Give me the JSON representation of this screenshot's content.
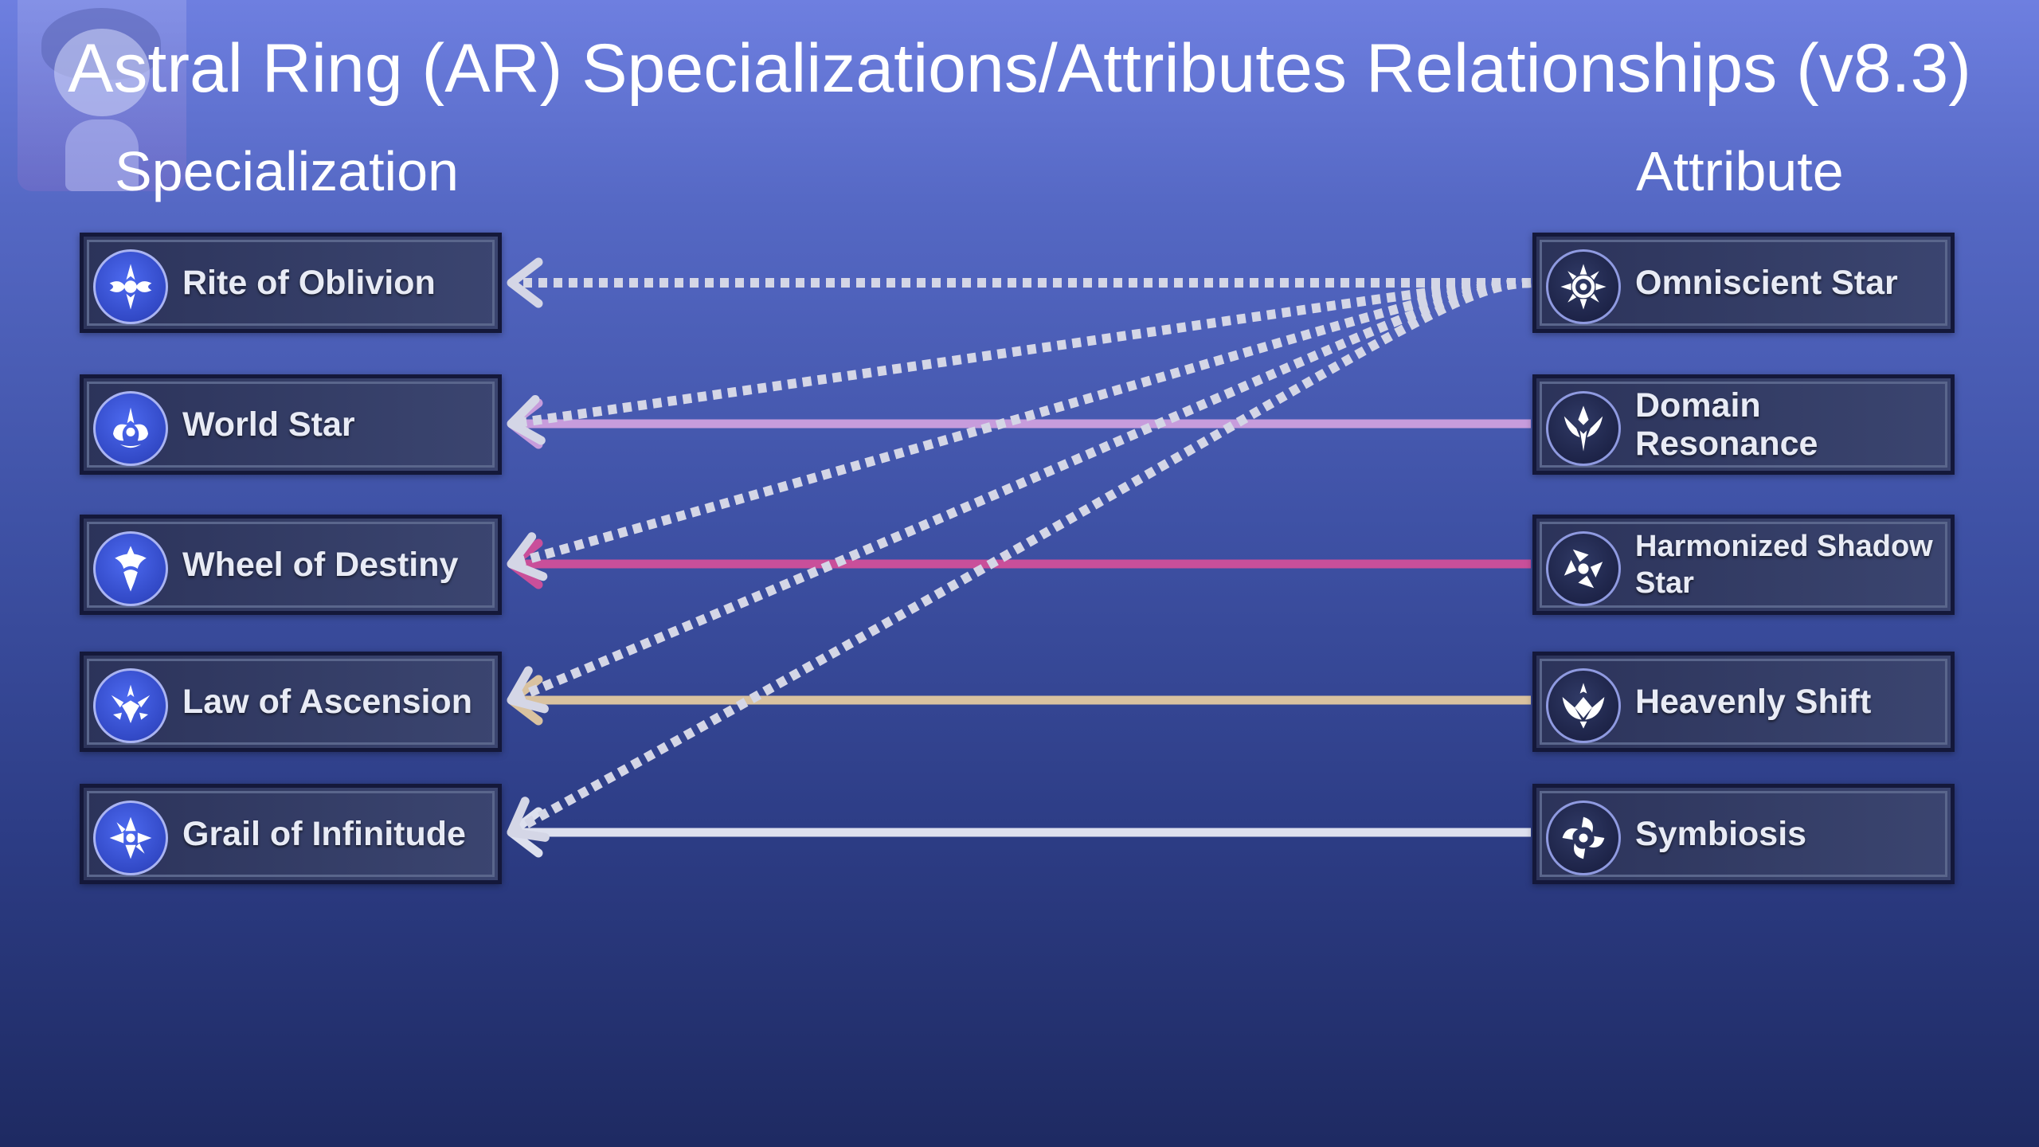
{
  "title": "Astral Ring (AR) Specializations/Attributes Relationships (v8.3)",
  "headers": {
    "left": "Specialization",
    "right": "Attribute"
  },
  "specializations": [
    {
      "label": "Rite of Oblivion",
      "icon": "rite-of-oblivion-icon"
    },
    {
      "label": "World Star",
      "icon": "world-star-icon"
    },
    {
      "label": "Wheel of Destiny",
      "icon": "wheel-of-destiny-icon"
    },
    {
      "label": "Law of Ascension",
      "icon": "law-of-ascension-icon"
    },
    {
      "label": "Grail of Infinitude",
      "icon": "grail-of-infinitude-icon"
    }
  ],
  "attributes": [
    {
      "label": "Omniscient Star",
      "icon": "omniscient-star-icon"
    },
    {
      "label": "Domain Resonance",
      "icon": "domain-resonance-icon"
    },
    {
      "label": "Harmonized Shadow Star",
      "icon": "harmonized-shadow-star-icon"
    },
    {
      "label": "Heavenly Shift",
      "icon": "heavenly-shift-icon"
    },
    {
      "label": "Symbiosis",
      "icon": "symbiosis-icon"
    }
  ],
  "links": [
    {
      "from": "Omniscient Star",
      "to": "Rite of Oblivion",
      "style": "dotted",
      "color": "#d4d6e6"
    },
    {
      "from": "Omniscient Star",
      "to": "World Star",
      "style": "dotted",
      "color": "#d4d6e6"
    },
    {
      "from": "Omniscient Star",
      "to": "Wheel of Destiny",
      "style": "dotted",
      "color": "#d4d6e6"
    },
    {
      "from": "Omniscient Star",
      "to": "Law of Ascension",
      "style": "dotted",
      "color": "#d4d6e6"
    },
    {
      "from": "Omniscient Star",
      "to": "Grail of Infinitude",
      "style": "dotted",
      "color": "#d4d6e6"
    },
    {
      "from": "Domain Resonance",
      "to": "World Star",
      "style": "solid",
      "color": "#c79cdc"
    },
    {
      "from": "Harmonized Shadow Star",
      "to": "Wheel of Destiny",
      "style": "solid",
      "color": "#c94f9a"
    },
    {
      "from": "Heavenly Shift",
      "to": "Law of Ascension",
      "style": "solid",
      "color": "#d9c2a0"
    },
    {
      "from": "Symbiosis",
      "to": "Grail of Infinitude",
      "style": "solid",
      "color": "#dde0ee"
    }
  ]
}
